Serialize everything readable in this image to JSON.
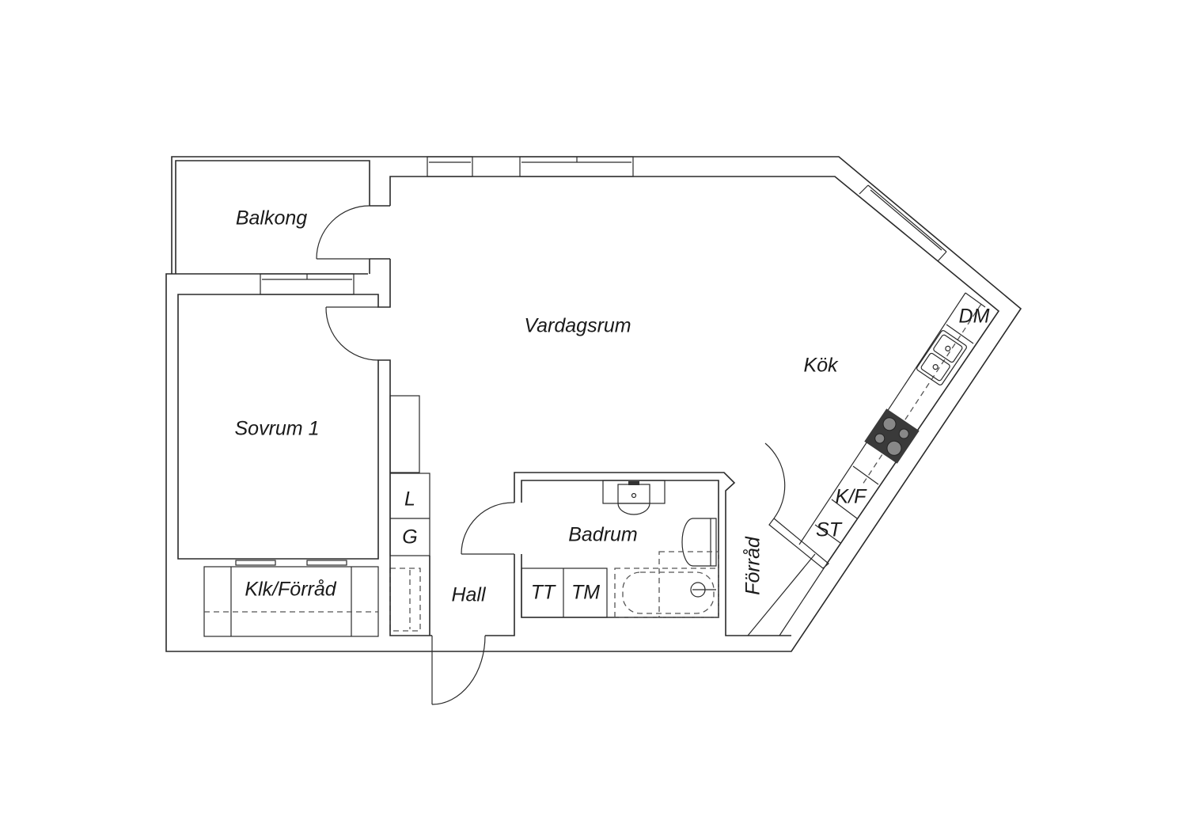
{
  "plan": {
    "rooms": {
      "balkong": "Balkong",
      "vardagsrum": "Vardagsrum",
      "kok": "Kök",
      "sovrum": "Sovrum 1",
      "badrum": "Badrum",
      "hall": "Hall",
      "klk": "Klk/Förråd",
      "forrad": "Förråd"
    },
    "fixtures": {
      "l": "L",
      "g": "G",
      "tt": "TT",
      "tm": "TM",
      "dm": "DM",
      "kf": "K/F",
      "st": "ST"
    },
    "colors": {
      "line": "#2a2a2a",
      "stove": "#3a3a3a"
    }
  }
}
